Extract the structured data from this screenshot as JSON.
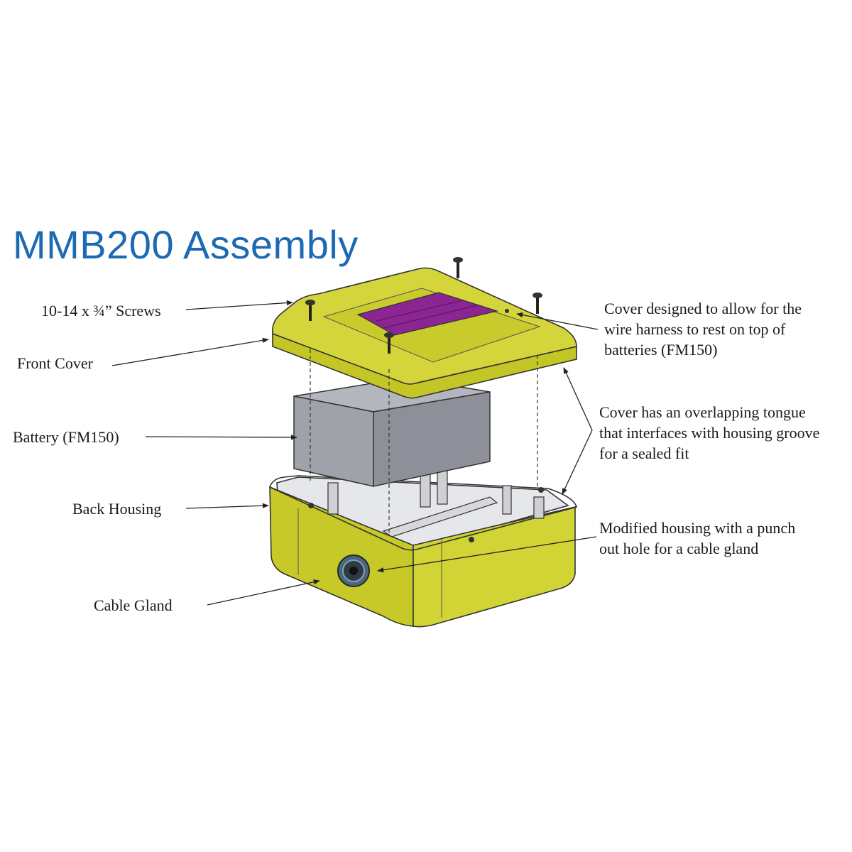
{
  "title": "MMB200 Assembly",
  "labels": {
    "screws": "10-14 x ¾” Screws",
    "front_cover": "Front Cover",
    "battery": "Battery (FM150)",
    "back_housing": "Back Housing",
    "cable_gland": "Cable Gland"
  },
  "notes": {
    "cover_design": [
      "Cover designed to allow for the",
      "wire harness to rest on top of",
      "batteries (FM150)"
    ],
    "tongue": [
      "Cover has an overlapping tongue",
      "that interfaces with housing groove",
      "for a sealed fit"
    ],
    "housing_mod": [
      "Modified housing with a punch",
      "out hole for a cable gland"
    ]
  },
  "colors": {
    "title": "#1c6ab3",
    "housing": "#cdcf2c",
    "cover": "#d2d438",
    "battery": "#a4a6af",
    "label_pad": "#8a2592",
    "interior": "#e6e7ea"
  }
}
